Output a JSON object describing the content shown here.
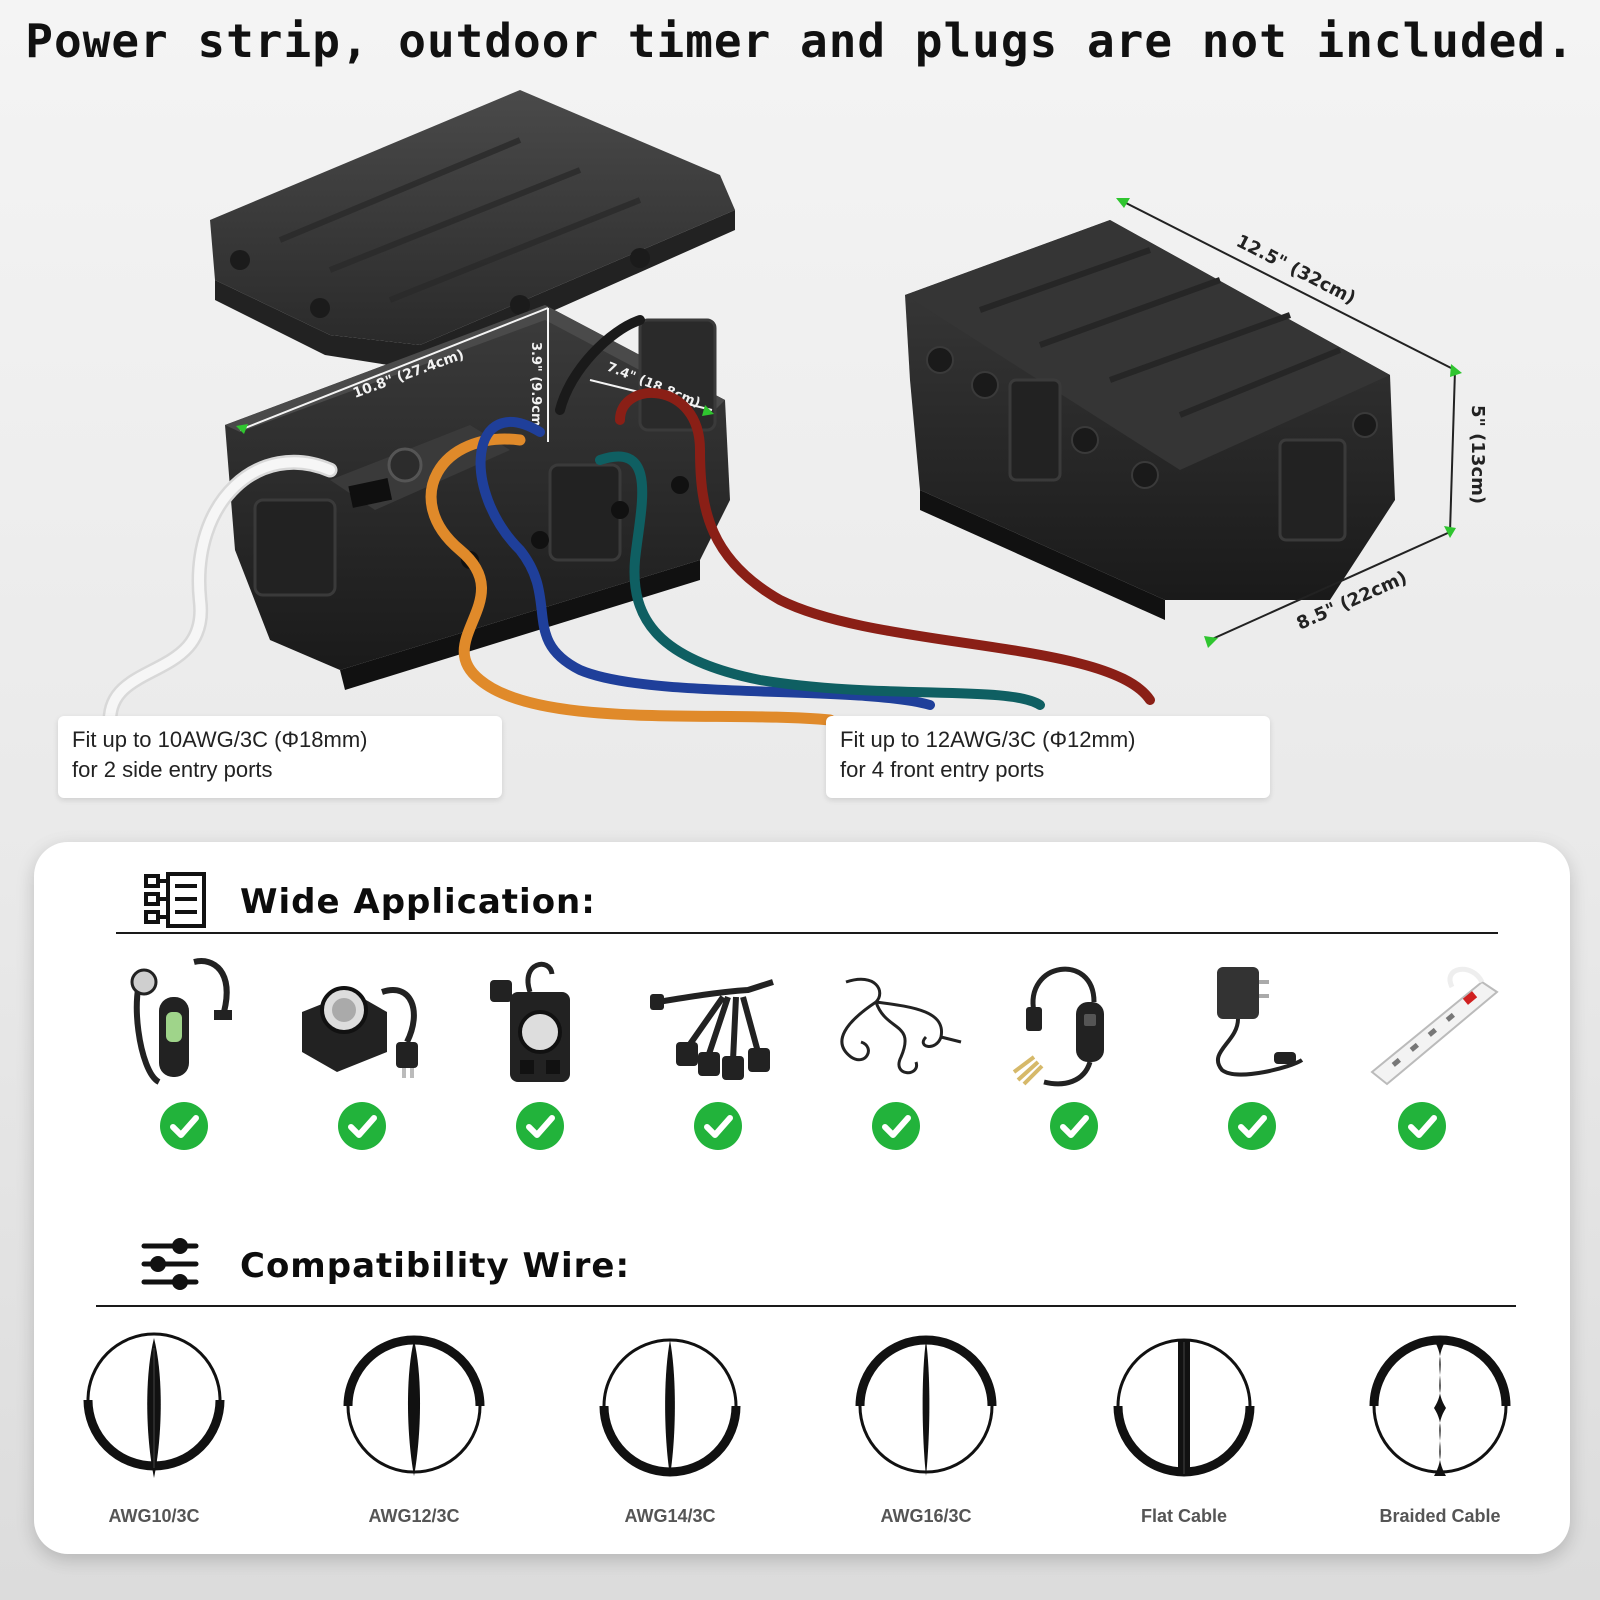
{
  "headline": "Power strip, outdoor timer and plugs are not included.",
  "dimensions": {
    "length": "12.5\" (32cm)",
    "height": "5\" (13cm)",
    "width": "8.5\" (22cm)",
    "inner_length": "10.8\" (27.4cm)",
    "inner_height": "3.9\" (9.9cm)",
    "inner_width": "7.4\" (18.8cm)"
  },
  "callouts": {
    "side": {
      "line1": "Fit up to 10AWG/3C (Φ18mm)",
      "line2": "for 2 side entry ports"
    },
    "front": {
      "line1": "Fit up to 12AWG/3C (Φ12mm)",
      "line2": "for 4 front entry ports"
    }
  },
  "wide_application": {
    "title": "Wide Application:",
    "icon": "list-document-icon",
    "items": [
      {
        "icon": "ev-charger-icon",
        "status_icon": "check-icon"
      },
      {
        "icon": "outdoor-timer-icon",
        "status_icon": "check-icon"
      },
      {
        "icon": "plug-in-timer-icon",
        "status_icon": "check-icon"
      },
      {
        "icon": "outlet-splitter-icon",
        "status_icon": "check-icon"
      },
      {
        "icon": "dc-splitter-cable-icon",
        "status_icon": "check-icon"
      },
      {
        "icon": "gfci-cord-icon",
        "status_icon": "check-icon"
      },
      {
        "icon": "power-adapter-icon",
        "status_icon": "check-icon"
      },
      {
        "icon": "power-strip-icon",
        "status_icon": "check-icon"
      }
    ]
  },
  "compatibility": {
    "title": "Compatibility Wire:",
    "icon": "sliders-icon",
    "wires": [
      {
        "label": "AWG10/3C"
      },
      {
        "label": "AWG12/3C"
      },
      {
        "label": "AWG14/3C"
      },
      {
        "label": "AWG16/3C"
      },
      {
        "label": "Flat Cable"
      },
      {
        "label": "Braided Cable"
      }
    ]
  },
  "colors": {
    "check": "#22b33b",
    "dimension_line": "#2fc52f",
    "box": "#2a2a2a",
    "cable_orange": "#e08a2a",
    "cable_blue": "#1f3f9a",
    "cable_teal": "#0f5f62",
    "cable_red": "#8a1f16",
    "cable_white": "#f0f0f0"
  }
}
